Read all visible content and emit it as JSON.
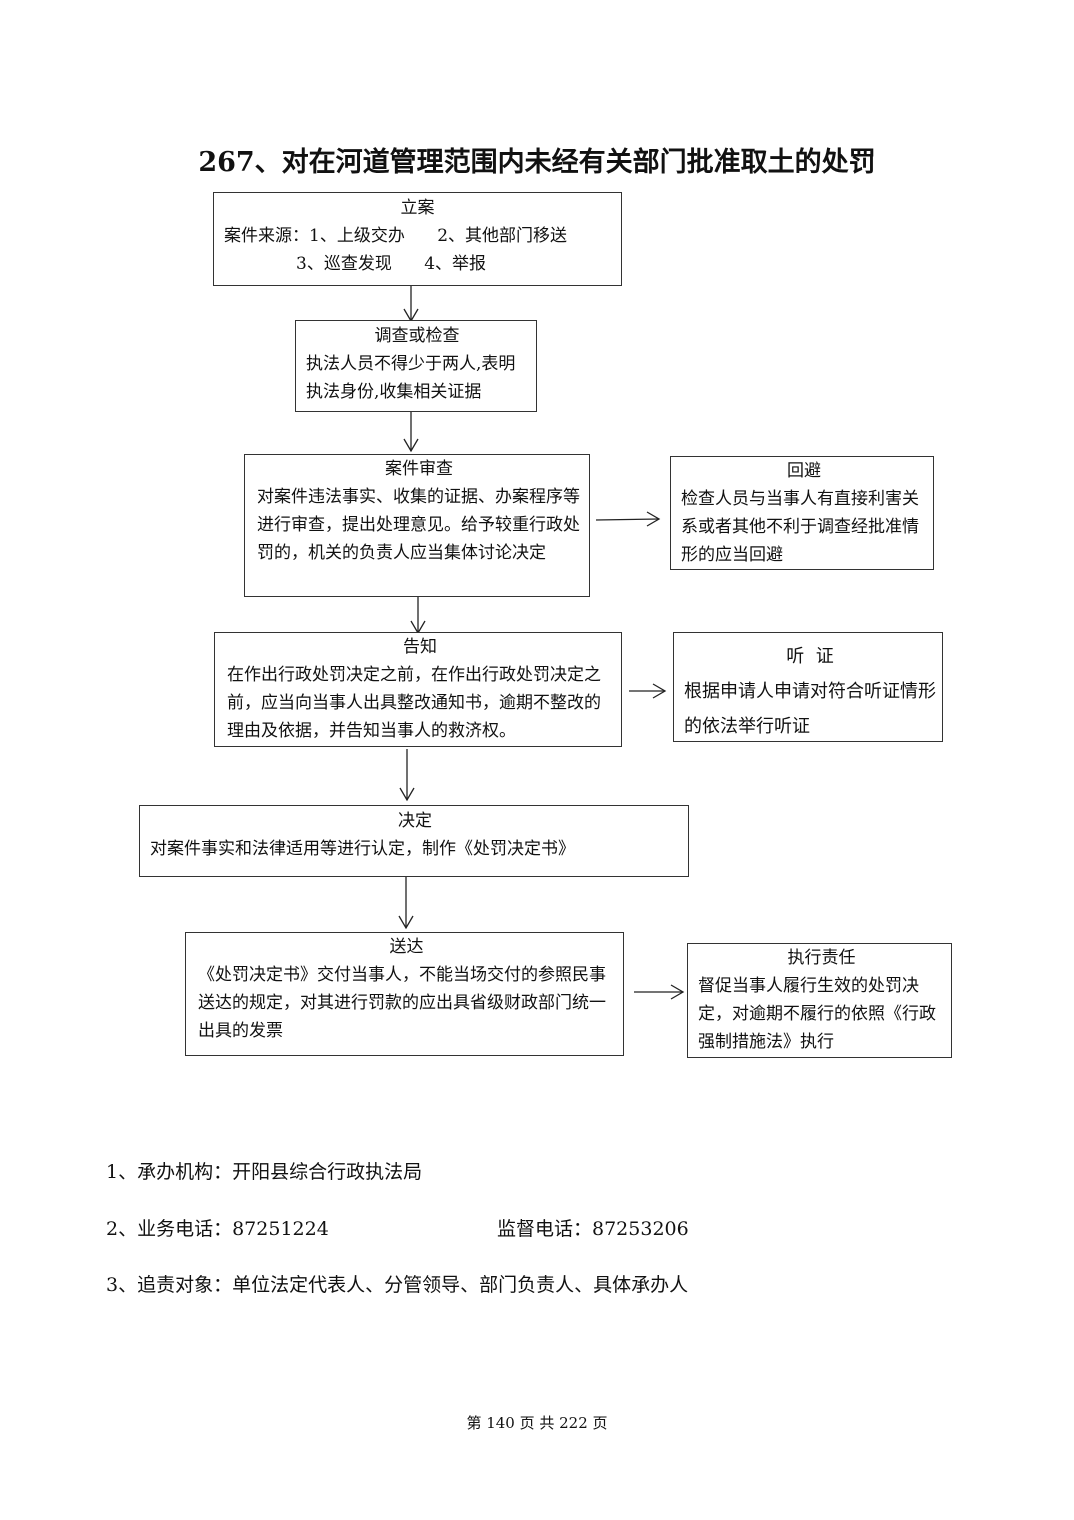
{
  "title": "267、对在河道管理范围内未经有关部门批准取土的处罚",
  "steps": {
    "filing": {
      "heading": "立案",
      "line1": "案件来源：1、上级交办      2、其他部门移送",
      "line2": "3、巡查发现      4、举报"
    },
    "investigation": {
      "heading": "调查或检查",
      "body": "执法人员不得少于两人,表明执法身份,收集相关证据"
    },
    "review": {
      "heading": "案件审查",
      "body": "对案件违法事实、收集的证据、办案程序等进行审查，提出处理意见。给予较重行政处罚的，机关的负责人应当集体讨论决定"
    },
    "recusal": {
      "heading": "回避",
      "body": "检查人员与当事人有直接利害关系或者其他不利于调查经批准情形的应当回避"
    },
    "notice": {
      "heading": "告知",
      "body": "在作出行政处罚决定之前，在作出行政处罚决定之前，应当向当事人出具整改通知书，逾期不整改的理由及依据，并告知当事人的救济权。"
    },
    "hearing": {
      "heading": "听  证",
      "body": "根据申请人申请对符合听证情形的依法举行听证"
    },
    "decision": {
      "heading": "决定",
      "body": "对案件事实和法律适用等进行认定，制作《处罚决定书》"
    },
    "service": {
      "heading": "送达",
      "body": "《处罚决定书》交付当事人，不能当场交付的参照民事送达的规定，对其进行罚款的应出具省级财政部门统一出具的发票"
    },
    "enforcement": {
      "heading": "执行责任",
      "body": "督促当事人履行生效的处罚决定，对逾期不履行的依照《行政强制措施法》执行"
    }
  },
  "notes": {
    "agency": "1、承办机构：开阳县综合行政执法局",
    "phone": "2、业务电话：87251224",
    "supervision_phone": "监督电话：87253206",
    "accountability": "3、追责对象：单位法定代表人、分管领导、部门负责人、具体承办人"
  },
  "footer": "第 140 页 共 222 页"
}
